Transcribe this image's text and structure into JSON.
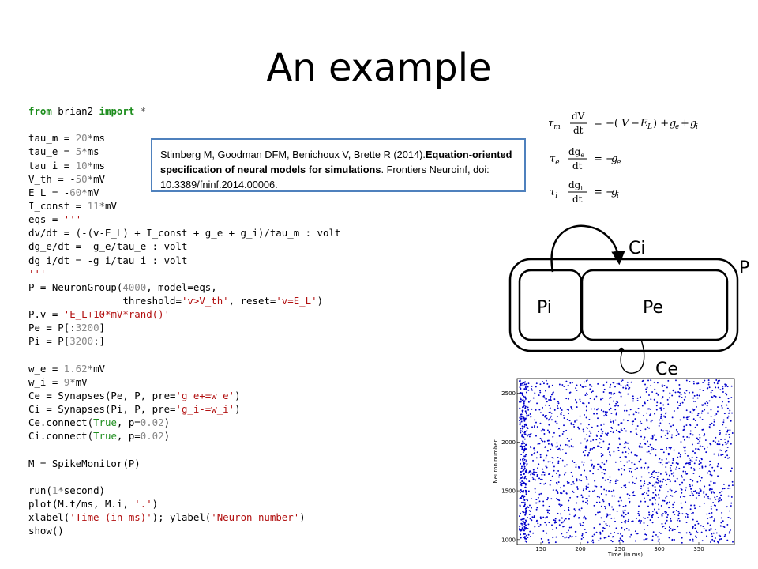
{
  "slide": {
    "title": "An example"
  },
  "code": {
    "lines": [
      "from brian2 import *",
      "",
      "tau_m = 20*ms",
      "tau_e = 5*ms",
      "tau_i = 10*ms",
      "V_th = -50*mV",
      "E_L = -60*mV",
      "I_const = 11*mV",
      "eqs = '''",
      "dv/dt = (-(v-E_L) + I_const + g_e + g_i)/tau_m : volt",
      "dg_e/dt = -g_e/tau_e : volt",
      "dg_i/dt = -g_i/tau_i : volt",
      "'''",
      "P = NeuronGroup(4000, model=eqs,",
      "                threshold='v>V_th', reset='v=E_L')",
      "P.v = 'E_L+10*mV*rand()'",
      "Pe = P[:3200]",
      "Pi = P[3200:]",
      "",
      "w_e = 1.62*mV",
      "w_i = 9*mV",
      "Ce = Synapses(Pe, P, pre='g_e+=w_e')",
      "Ci = Synapses(Pi, P, pre='g_i-=w_i')",
      "Ce.connect(True, p=0.02)",
      "Ci.connect(True, p=0.02)",
      "",
      "M = SpikeMonitor(P)",
      "",
      "run(1*second)",
      "plot(M.t/ms, M.i, '.')",
      "xlabel('Time (in ms)'); ylabel('Neuron number')",
      "show()"
    ]
  },
  "citation": {
    "authors": "Stimberg M, Goodman DFM, Benichoux V, Brette R (2014).",
    "title": "Equation-oriented specification of neural models for simulations",
    "rest": ". Frontiers Neuroinf, doi: 10.3389/fninf.2014.00006."
  },
  "diagram": {
    "labels": {
      "ci": "Ci",
      "p": "P",
      "pi": "Pi",
      "pe": "Pe",
      "ce": "Ce"
    }
  },
  "raster": {
    "xlabel": "Time (in ms)",
    "ylabel": "Neuron number",
    "xticks": [
      "150",
      "200",
      "250",
      "300",
      "350"
    ],
    "yticks": [
      "1000",
      "1500",
      "2000",
      "2500"
    ],
    "marker_color": "#0000cc"
  },
  "colors": {
    "note_border": "#4f81bd",
    "keyword": "#1d8d1d",
    "string": "#b21010",
    "number": "#888888"
  }
}
